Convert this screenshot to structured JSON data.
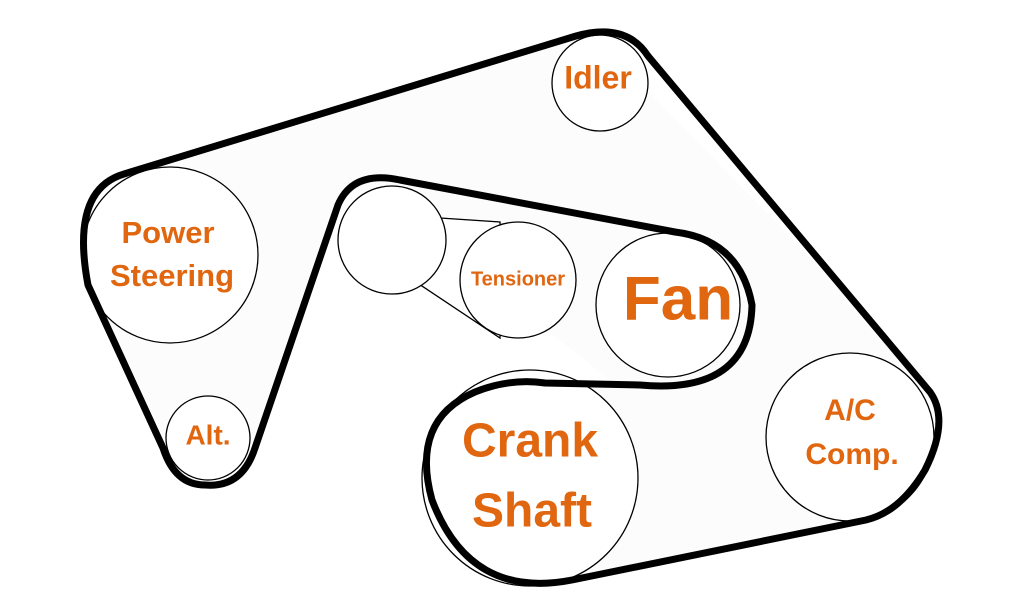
{
  "colors": {
    "label": "#E0660F",
    "belt": "#000000",
    "pulley_outline": "#000000",
    "background": "#ffffff"
  },
  "pulleys": {
    "idler": "Idler",
    "power_steering_line1": "Power",
    "power_steering_line2": "Steering",
    "alternator": "Alt.",
    "tensioner": "Tensioner",
    "fan": "Fan",
    "crank_line1": "Crank",
    "crank_line2": "Shaft",
    "ac_line1": "A/C",
    "ac_line2": "Comp."
  }
}
